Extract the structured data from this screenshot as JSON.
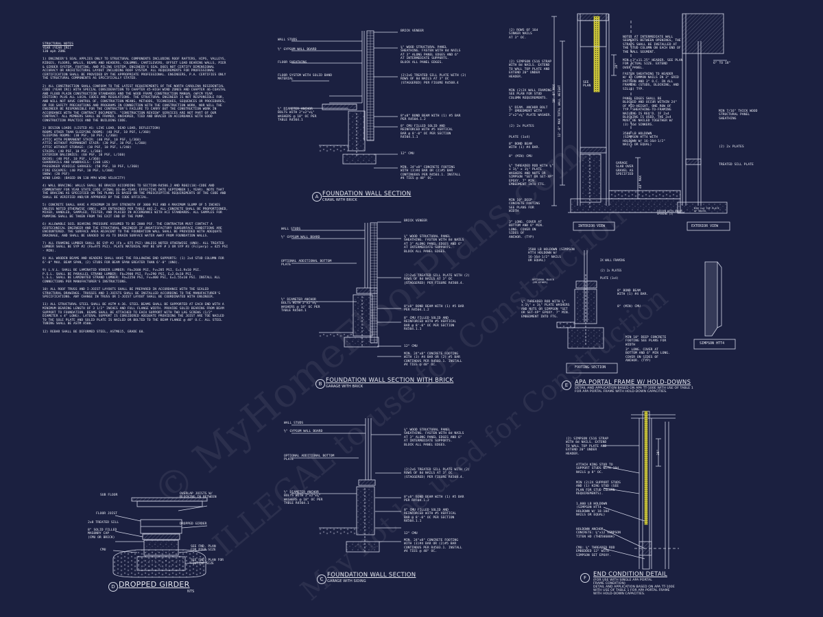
{
  "notes": {
    "header": [
      "STRUCTURAL NOTES",
      "YEAR (YEAR IRC)",
      "130 mph ZONE"
    ],
    "items": [
      "1) ENGINEER'S SEAL APPLIES ONLY TO STRUCTURAL COMPONENTS INCLUDING ROOF RAFTERS, HIPS, VALLEYS, RIDGES, FLOORS, WALLS, BEAMS AND HEADERS, COLUMNS, CANTILEVERS, OFFSET LOAD BEARING WALLS, PIER & GIRDER SYSTEM, FOOTING, AND PILING SYSTEM. ENGINEER'S SEAL DOES NOT CERTIFY DIMENSIONAL ACCURACY OR ARCHITECTURAL LAYOUT INCLUDING ROOF SYSTEM. ALL REQUIREMENTS FOR PROFESSIONAL CERTIFICATION SHALL BE PROVIDED BY THE APPROPRIATE PROFESSIONAL. ENGINEERS, P.A. CERTIFIES ONLY THE STRUCTURAL COMPONENTS AS SPECIFICALLY STATED.",
      "2) ALL CONSTRUCTION SHALL CONFORM TO THE LATEST REQUIREMENTS OF THE NORTH CAROLINA RESIDENTIAL CODE (YEAR IRC) WITH SPECIAL CONSIDERATION TO CHAPTER 45-HIGH WIND ZONES AND CHAPTER 46-COASTAL AND FLOOD PLAIN CONSTRUCTION STANDARDS AND THE WOOD FRAME CONSTRUCTION MANUAL (WFCM YEAR EDITION) PLUS ALL LOCAL CODES AND REGULATIONS. THE STRUCTURAL ENGINEER IS NOT RESPONSIBLE FOR, AND WILL NOT HAVE CONTROL OF, CONSTRUCTION MEANS, METHODS, TECHNIQUES, SEQUENCES OR PROCEDURES, OR FOR SAFETY PRECAUTIONS AND PROGRAMS IN CONNECTION WITH THE CONSTRUCTION WORK, NOR WILL THE ENGINEER BE RESPONSIBLE FOR THE CONTRACTOR'S FAILURE TO CARRY OUT THE CONSTRUCTION WORK IN ACCORDANCE WITH THE CONTRACT DOCUMENTS. \"CONSTRUCTION REVIEW\" SERVICES ARE NOT PART OF OUR CONTRACT. ALL MEMBERS SHALL BE FRAMED, ANCHORED, TIED AND BRACED IN ACCORDANCE WITH GOOD CONSTRUCTION PRACTICE AND THE BUILDING CODE.",
      "3) DESIGN LOADS (LISTED AS: LIVE LOAD, DEAD LOAD, DEFLECTION)\nROOMS OTHER THAN SLEEPING ROOMS: (40 PSF, 10 PSF, L/360)\nSLEEPING ROOMS: (30 PSF, 10 PSF, L/360)\nATTIC WITH PERMANENT STAIR: (40 PSF, 10 PSF, L/360)\nATTIC WITHOUT PERMANENT STAIR: (20 PSF, 10 PSF, L/360)\nATTIC WITHOUT STORAGE: (10 PSF, 10 PSF, L/240)\nSTAIRS: (40 PSF, 10 PSF, L/360)\nEXTERIOR BALCONIES: (60 PSF, 10 PSF, L/360)\nDECKS: (40 PSF, 10 PSF, L/360)\nGUARDRAILS AND HANDRAILS: (200 LBS)\nPASSENGER VEHICLE GARAGES: (50 PSF, 10 PSF, L/360)\nFIRE ESCAPES: (40 PSF, 10 PSF, L/360)\nSNOW: (20 PSF)\nWIND LOAD: (BASED ON 130 MPH WIND VELOCITY)",
      "4) WALL BRACING: WALLS SHALL BE BRACED ACCORDING TO SECTION-R4506.2 AND R602(10)-CODE AND COMMENTARY FOR YEAR STATE CODE (FINAL 03-06-YEAR; EFFECTIVE DATE SEPTEMBER 1, YEAR). NOTE THAT THE BRACING AS SPECIFIED ON THE PLANS IS BASED ON THE PRESCRIPTIVE REQUIREMENTS OF THE CODE AND SHALL BE VERIFIED AND/OR APPROVED BY THE CODE OFFICIAL.",
      "5) CONCRETE SHALL HAVE A MINIMUM 28 DAY STRENGTH OF 3000 PSI AND A MAXIMUM SLUMP OF 5 INCHES UNLESS NOTED OTHERWISE (UNO). AIR ENTRAINED PER TABLE 402.2. ALL CONCRETE SHALL BE PROPORTIONED, MIXED, HANDLED, SAMPLED, TESTED, AND PLACED IN ACCORDANCE WITH ACI STANDARDS. ALL SAMPLES FOR PUMPING SHALL BE TAKEN FROM THE EXIT END OF THE PUMP.",
      "6) ALLOWABLE SOIL BEARING PRESSURE ASSUMED TO BE 2000 PSF. THE CONTRACTOR MUST CONTACT A GEOTECHNICAL ENGINEER AND THE STRUCTURAL ENGINEER IF UNSATISFACTORY SUBSURFACE CONDITIONS ARE ENCOUNTERED. THE SURFACE AREA ADJACENT TO THE FOUNDATION WALL SHALL BE PROVIDED WITH ADEQUATE DRAINAGE, AND SHALL BE GRADED SO AS TO DRAIN SURFACE WATER AWAY FROM FOUNDATION WALLS.",
      "7) ALL FRAMING LUMBER SHALL BE SYP #2 (Fb = 875 PSI) UNLESS NOTED OTHERWISE (UNO). ALL TREATED LUMBER SHALL BE SYP #2 (Fb=975 PSI). PLATE MATERIAL MAY BE SPF # 3 OR SYP #3 (Fc(perp) = 425 PSI - MIN).",
      "8) ALL WOODEN BEAMS AND HEADERS SHALL HAVE THE FOLLOWING END SUPPORTS: (1) 2x4 STUD COLUMN FOR 6'-0\" MAX. BEAM SPAN, (2) STUDS FOR BEAM SPAN GREATER THAN 6'-0\" (UNO).",
      "9) L.V.L. SHALL BE LAMINATED VENEER LUMBER: Fb=2600 PSI, Fv=285 PSI, E=1.9x10 PSI.\nP.S.L. SHALL BE PARALLEL STRAND LUMBER: Fb=2900 PSI, Fv=290 PSI, E=2.0x10 PSI.\nL.S.L. SHALL BE LAMINATED STRAND LUMBER: Fb=2250 PSI, Fv=400 PSI, E=1.55x10 PSI. INSTALL ALL CONNECTIONS PER MANUFACTURER'S INSTRUCTIONS.",
      "10) ALL ROOF TRUSS AND I-JOIST LAYOUTS SHALL BE PREPARED IN ACCORDANCE WITH THE SEALED STRUCTURAL DRAWINGS. TRUSSES AND I-JOISTS SHALL BE INSTALLED ACCORDING TO THE MANUFACTURER'S SPECIFICATIONS. ANY CHANGE IN TRUSS OR I-JOIST LAYOUT SHALL BE COORDINATED WITH ENGINEER.",
      "11) ALL STRUCTURAL STEEL SHALL BE ASTM A-36. STEEL BEAMS SHALL BE SUPPORTED AT EACH END WITH A MINIMUM BEARING LENGTH OF 3 1/2\" INCHES AND FULL FLANGE WIDTH. PROVIDE SOLID BEARING FROM BEAM SUPPORT TO FOUNDATION. BEAMS SHALL BE ATTACHED TO EACH SUPPORT WITH TWO LAG SCREWS (1/2\" DIAMETER x 4\" LONG). LATERAL SUPPORT IS CONSIDERED ADEQUATE PROVIDING THE JOIST ARE TOE NAILED TO THE SOLE PLATE AND SOLID PLATE IS NAILED OR BOLTED TO THE BEAM FLANGE @ 48\" O.C. ALL STEEL TUBING SHALL BE ASTM A500.",
      "12) REBAR SHALL BE DEFORMED STEEL, ASTM615, GRADE 60."
    ]
  },
  "details": {
    "A": {
      "tag": "A",
      "title": "FOUNDATION WALL SECTION",
      "subtitle": "CRAWL WITH BRICK",
      "left_labels": [
        "WALL STUDS",
        "½\" GYPSUM WALL BOARD",
        "FLOOR SHEATHING",
        "FLOOR SYSTEM WITH SOLID BAND\nMATERIAL",
        "½\" DIAMETER ANCHOR\nBOLTS WITH 2\"x2\"x⅛\"\nWASHERS @ 18\" OC PER\nTABLE R4504.1"
      ],
      "right_labels": [
        "BRICK VENEER",
        "⅜\" WOOD STRUCTURAL PANEL\nSHEATHING. FASTEN WITH 8d NAILS\nAT 3\" ALONG PANEL EDGES AND 6\"\nAT INTERMEDIATE SUPPORTS.\nBLOCK ALL PANEL EDGES.",
        "(2)2x6 TREATED SILL PLATE WITH (2)\nROWS OF 8d NAILS AT 3\" OC\n(STAGGERED) PER FIGURE R4508.4",
        "8\"x8\" BOND BEAM WITH (1) #5 BAR\nPER R4504.1.2",
        "8\" CMU FILLED SOLID AND\nREINFORCED WITH #5 VERTICAL\nBAR @ 8'-0\" OC PER SECTION\nR4504.1.1",
        "12\" CMU",
        "MIN. 24\"x8\" CONCRETE FOOTING\nWITH (3)#4 BAR OR (2)#5 BAR\nCONTINUOUS PER R4503.1. INSTALL\n#4 TIES @ 48\" OC."
      ]
    },
    "B": {
      "tag": "B",
      "title": "FOUNDATION WALL SECTION WITH BRICK",
      "subtitle": "GARAGE WITH BRICK",
      "left_labels": [
        "WALL STUDS",
        "½\" GYPSUM WALL BOARD",
        "OPTIONAL ADDITIONAL BOTTOM\nPLATE",
        "½\" DIAMETER ANCHOR\nBOLTS WITH 2\"x2\"x⅛\"\nWASHERS @ 18\" OC PER\nTABLE R4504.1"
      ],
      "right_labels": [
        "BRICK VENEER",
        "⅜\" WOOD STRUCTURAL PANEL\nSHEATHING. FASTEN WITH 8d NAILS\nAT 3\" ALONG PANEL EDGES AND 6\"\nAT INTERMEDIATE SUPPORTS.\nBLOCK ALL PANEL EDGES.",
        "(2)2x6 TREATED SILL PLATE WITH (2)\nROWS OF 8d NAILS AT 3\" OC\n(STAGGERED) PER FIGURE R4508.4.",
        "8\"x8\" BOND BEAM WITH (1) #5 BAR\nPER R4504.1.2",
        "8\" CMU FILLED SOLID AND\nREINFORCED WITH #5 VERTICAL\nBAR @ 8'-0\" OC PER SECTION\nR4504.1.1",
        "12\" CMU",
        "MIN. 24\"x8\" CONCRETE FOOTING\nWITH (3) #4 BAR OR (2) #5 BAR\nCONTINOUS PER R4503.1. INSTALL\n#4 TIES @ 48\" OC."
      ]
    },
    "C": {
      "tag": "C",
      "title": "FOUNDATION WALL SECTION",
      "subtitle": "GARAGE WITH SIDING",
      "left_labels": [
        "WALL STUDS",
        "½\" GYPSUM WALL BOARD",
        "OPTIONAL ADDITIONAL BOTTOM\nPLATE",
        "½\" DIAMETER ANCHOR\nBOLTS WITH 2\"x2\"x⅛\"\nWASHERS @ 18\" OC PER\nTABLE R4504.1"
      ],
      "right_labels": [
        "⅜\" WOOD STRUCTURAL PANEL\nSHEATHING. FASTEN WITH 8d NAILS\nAT 3\" ALONG PANEL EDGES AND 6\"\nAT INTERMEDIATE SUPPORTS.\nBLOCK ALL PANEL EDGES.",
        "(2)2x6 TREATED SILL PLATE WITH (2)\nROWS OF 8d NAILS AT 3\" OC\n(STAGGERED) PER FIGURE R4508.4.",
        "8\"x8\" BOND BEAM WITH (1) #5 BAR\nPER R4504.1.2",
        "8\" CMU FILLED SOLID AND\nREINFORCED WITH #5 VERTICAL\nBAR @ 8'-0\" OC PER SECTION\nR4504.1.1",
        "12\" CMU",
        "MIN. 24\"x8\" CONCRETE FOOTING\nWITH (3)#4 BAR OR (2)#5 BAR\nCONTINOUS PER R4503.1. INSTALL\n#4 TIES @ 48\" OC."
      ]
    },
    "D": {
      "tag": "D",
      "title": "DROPPED GIRDER",
      "scale": "NTS",
      "labels": [
        "SUB FLOOR",
        "OVERLAP JOISTS W/\nBLOCKING IN BETWEEN",
        "FLOOR JOIST",
        "2x8 TREATED SILL",
        "DROPPED GIRDER",
        "8\" SOLID FILLED\nMASONRY CAP\n(CMU OR BRICK)",
        "CMU",
        "SEE FND. PLAN\nFOR PIER SIZE",
        "SEE FND. PLAN FOR\nFOOTING SIZE"
      ]
    },
    "portal_top": {
      "left_labels": [
        "(2) ROWS OF 16d\nSINKER NAILS\nAT 3\" OC.",
        "(2) SIMPSON CS16 STRAP\nWITH 8d NAILS. EXTEND\nTO WALL TOP PLATE AND\nEXTEND 20\" UNDER\nHEADER.",
        "MIN (2)2X WALL FRAMING.\nSEE PLAN FOR STUD\nCOLUMN REQUIREMENTS.",
        "⅝\" DIAM. ANCHOR BOLT\n7\" EMBEDMENT WITH\n2\"x2\"x⅛\" PLATE WASHER.",
        "(2) 2x PLATES",
        "PLATE (1x4)",
        "8\" BOND BEAM\nWITH (1) #4 BAR.",
        "8\" (MIN) CMU",
        "⅝\" THREADED ROD WITH ⅝\"\nx 1¾\" x 1¾\" PLATE\nWASHERS AND NUTS OR\nSIMPSON \"SET OR SET-XP\"\nEPOXY. 7\" MIN.\nEMBEDMENT INTO FTG.",
        "MIN 10\" DEEP\nCONCRETE FOOTING\nSEE PLANS FOR\nWIDTH",
        "3\" LONG. COVER AT\nBOTTOM AND 6\" MIN.\nLONG. COVER ON\nSIDES OF\nANCHOR. (TYP)"
      ],
      "right_labels": [
        "NOTE: AT INTERMEDIATE WALL\nSEGMENTS BETWEEN OPENINGS, THE\nSTRAPS SHALL BE INSTALLED AT\nTHE STUD COLUMN ON EACH END OF\nTHE WALL SEGMENT.",
        "MIN. 3\"x11.25\" HEADER. SEE PLAN\nFOR ACTUAL SIZE. EXTEND\nOVER PANEL.",
        "FASTEN SHEATHING TO HEADER\nW/ 8d COMMON NAILS IN 3\" GRID\nPATTERN AND 3\" O.C. IN ALL\nFRAMING (STUDS, BLOCKING, AND\nSILLS) TYP.",
        "PANEL EDGES SHALL BE\nBLOCKED AND OCCUR WITHIN 24\"\nOF MID-HEIGHT. ONE ROW OF\nTYP. SHEATHING-TO-FRAMING\nNAILING IS REQ'D. IF 2x4\nBLOCKING IS USED, THE 2x4\nMUST BE NAILED TOGETHER W/\n(3) 16d SINKERS.",
        "3500 LB HOLDOWN\n(SIMPSON HTT4 WITH\nHOLDOWN W/ 16-16d-1/2\"\nNAILS OR EQUAL)",
        "GARAGE\nSLAB OVER\nGRAVEL AS\nSPECIFIED",
        "MIN 7/16\" THICK WOOD\nSTRUCTURAL PANEL\nSHEATHING",
        "(2) 2x PLATES",
        "TREATED SILL PLATE",
        "6\" TO 18\""
      ],
      "dims": [
        "10'-0\" MAX",
        "12'-0\" MAX TOTAL WALL HEIGHT",
        "20\"",
        "48\" MAX"
      ],
      "views": [
        "INTERIOR VIEW",
        "EXTERIOR VIEW"
      ],
      "misc": [
        "SEE\nPLAN",
        "MIN 2x4 TOP PLATE\nOF BRICK",
        "FASTEN WITH UNDER\nOPENING (2)"
      ]
    },
    "E": {
      "tag": "E",
      "title": "APA PORTAL FRAME W/ HOLD-DOWNS",
      "subtitle": "DETAIL AND APPLICATION BASED ON APA TT-100E WITH USE OF TABLE 1\nFOR APA PORTAL FRAME WITH HOLD-DOWN CAPACITIES.",
      "labels_left": [
        "3500 LB HOLDOWN (SIMPSON\nHTT4 HOLDOWN W/\n16-16d-1/2\" NAILS\nOR EQUAL)",
        "OPTIONAL BLOCK\n(OR OTHER)",
        "⅝\" THREADED ROD WITH ⅝\"\nx 1¾\" x 1¾\" PLATE WASHERS\nAND NUTS OR SIMPSON \"SET\nOR SET-XP\" EPOXY. 7\" MIN.\nEMBEDMENT INTO FTG."
      ],
      "labels_right": [
        "2X WALL FRAMING",
        "(2) 2x PLATES",
        "PLATE (1x4)",
        "8\" BOND BEAM\nWITH (1) #4 BAR.",
        "8\" (MIN) CMU",
        "MIN 10\" DEEP CONCRETE\nFOOTING SEE PLANS FOR\nWIDTH",
        "3\" LONG. COVER AT\nBOTTOM AND 6\" MIN LONG.\nCOVER ON SIDES OF\nANCHOR. (TYP)"
      ],
      "footer": "FOOTING SECTION",
      "simpson": "SIMPSON HTT4"
    },
    "F": {
      "tag": "F",
      "title": "END CONDITION DETAIL",
      "subtitle": "(FOR USE WITH SINGLE APA PORTAL\nFRAME CONDITION)\nDETAIL AND APPLICATION BASED ON APA TT-100E\nWITH USE OF TABLE 1 FOR APA PORTAL FRAME\nWITH HOLD-DOWN CAPACITIES.",
      "labels": [
        "(2) SIMPSON CS16 STRAP\nWITH 8d NAILS. EXTEND\nTO WALL TOP PLATE AND\nEXTEND 20\" UNDER\nHEADER.",
        "ATTACH KING STUD TO\nSUPPORT STUDS WITH 10d\nNAILS @ 8\" OC.",
        "MIN (2)2X SUPPORT STUDS\nAND (1) KING STUD (SEE\nPLAN FOR STUD COLUMN\nREQUIREMENTS).",
        "1,000 LB HOLDOWN\n(SIMPSON HTT4\nHOLDOWN W/ 18-10d\nNAILS OR EQUAL)",
        "HOLDOWN ANCHOR\nCONCRETE: ⅝\"x12 SIMPSON\nTITEN HD (THD50600H)",
        "CMU: ⅝\" THREADED ROD\nEMBEDDED 12\" WITH\nSIMPSON SET EPOXY."
      ],
      "dim": "20\""
    }
  },
  "watermark": [
    "© MyHomeFloorPlans.com",
    "ILLEGAL to use for Construction",
    "May not be used for Construction"
  ]
}
